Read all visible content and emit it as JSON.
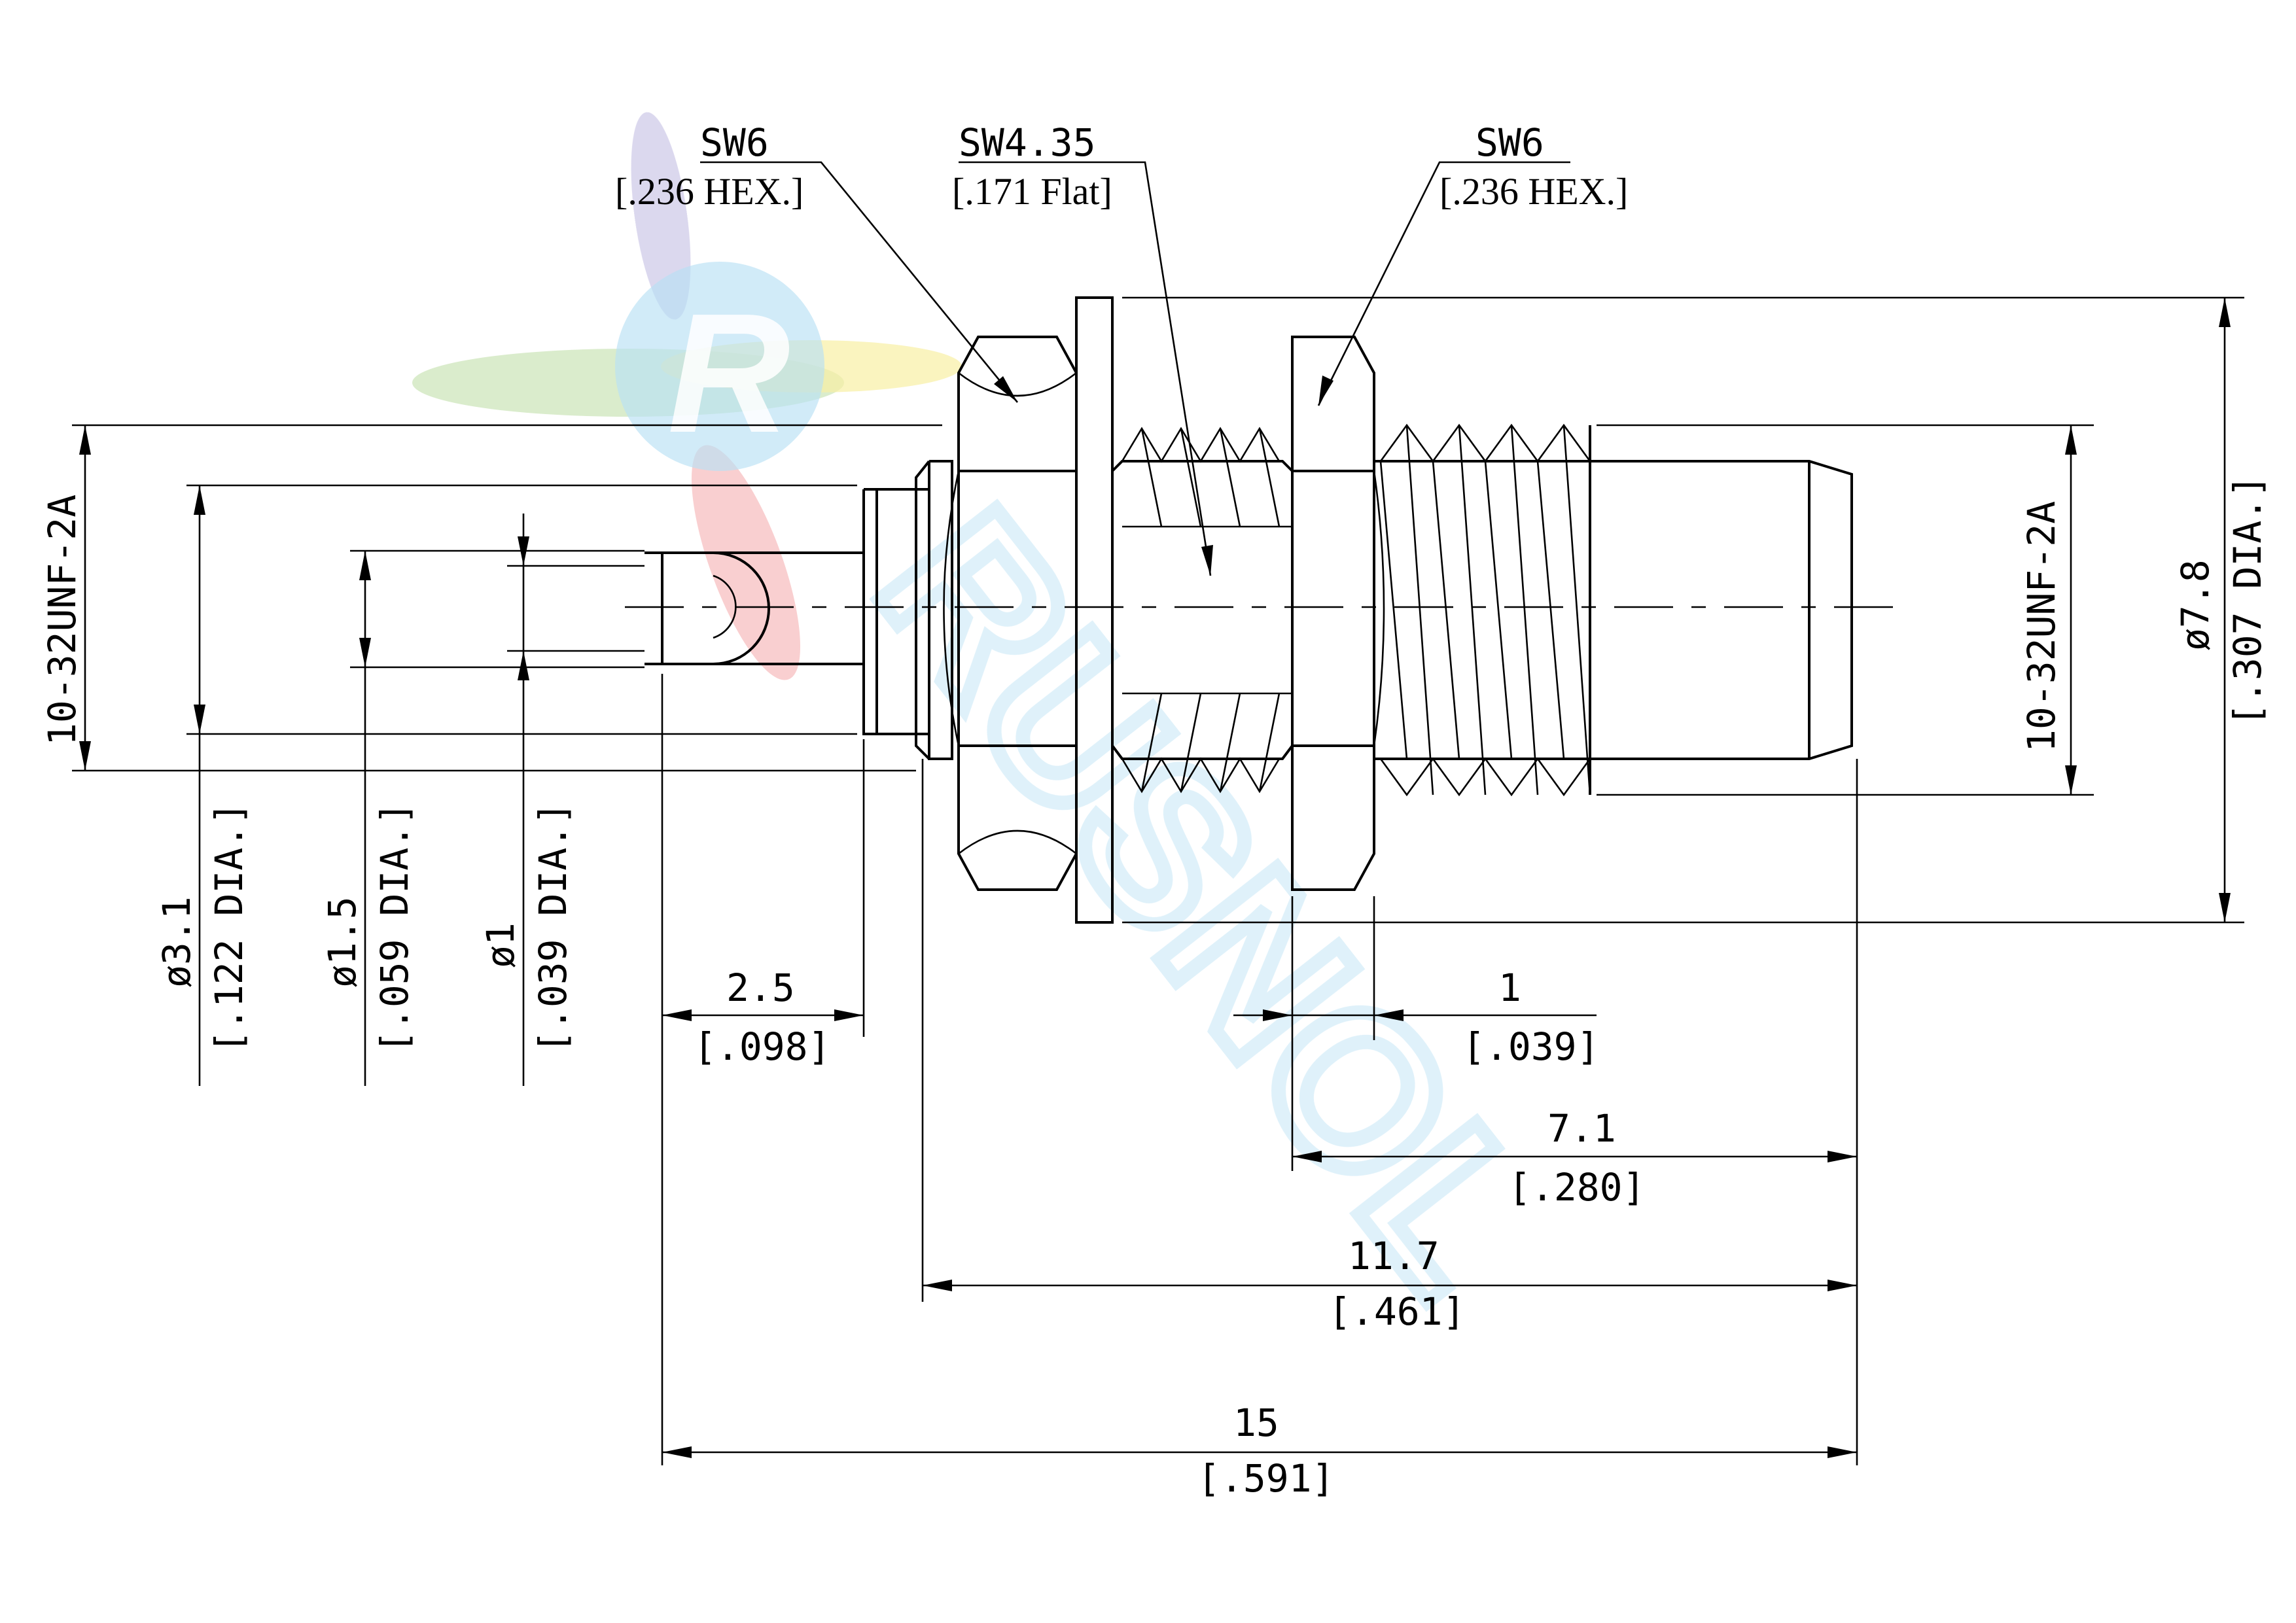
{
  "callouts": {
    "left_wrench": {
      "size": "SW6",
      "note": "[.236 HEX.]"
    },
    "middle_wrench": {
      "size": "SW4.35",
      "note": "[.171 Flat]"
    },
    "right_wrench": {
      "size": "SW6",
      "note": "[.236 HEX.]"
    }
  },
  "thread_left": "10-32UNF-2A",
  "thread_right": "10-32UNF-2A",
  "outer_diameter": {
    "mm": "ø7.8",
    "inch": "[.307 DIA.]"
  },
  "diameters": [
    {
      "mm": "ø3.1",
      "inch": "[.122 DIA.]"
    },
    {
      "mm": "ø1.5",
      "inch": "[.059 DIA.]"
    },
    {
      "mm": "ø1",
      "inch": "[.039 DIA.]"
    }
  ],
  "lengths": {
    "pin": {
      "mm": "2.5",
      "inch": "[.098]"
    },
    "washer": {
      "mm": "1",
      "inch": "[.039]"
    },
    "rear": {
      "mm": "7.1",
      "inch": "[.280]"
    },
    "body": {
      "mm": "11.7",
      "inch": "[.461]"
    },
    "overall": {
      "mm": "15",
      "inch": "[.591]"
    }
  },
  "watermark": {
    "logo_letter": "R",
    "text": "RUSNOL",
    "colors": {
      "blue": "#7ec8ec",
      "green": "#9fcf7b",
      "yellow": "#f2e15a",
      "red": "#ee6f72",
      "purple": "#8a7fc8"
    }
  }
}
